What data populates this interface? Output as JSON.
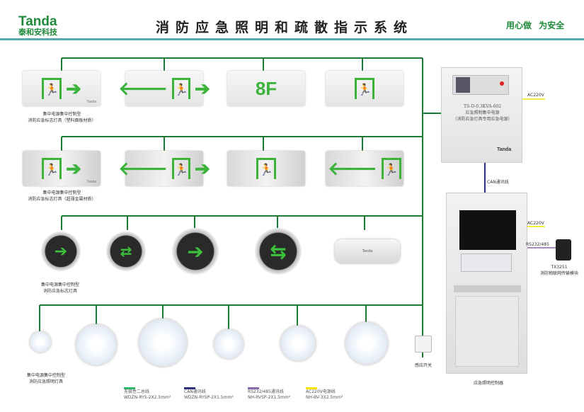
{
  "header": {
    "brand": "Tanda",
    "brand_cn": "泰和安科技",
    "title": "消防应急照明和疏散指示系统",
    "slogan": "用心做 为安全"
  },
  "rows": {
    "row1": {
      "signs": [
        {
          "content": "exit-right"
        },
        {
          "content": "exit-left-right"
        },
        {
          "text": "8F"
        },
        {
          "content": "exit"
        }
      ],
      "label": [
        "集中电源集中控制型",
        "消防应急标志灯具（塑料面板材质）"
      ]
    },
    "row2": {
      "signs": [
        {
          "content": "exit-right"
        },
        {
          "content": "exit-left-right"
        },
        {
          "content": "exit"
        },
        {
          "content": "exit-left"
        }
      ],
      "label": [
        "集中电源集中控制型",
        "消防应急标志灯具（超薄金属材质）"
      ]
    },
    "row3": {
      "label": [
        "集中电源集中控制型",
        "消防应急标志灯具"
      ]
    },
    "row4": {
      "label": [
        "集中电源集中控制型",
        "消防应急照明灯具"
      ],
      "switch_label": "感应开关"
    }
  },
  "brand_on_sign": "Tanda",
  "power_unit": {
    "lines": [
      "TS-D-0.3KVA-602",
      "应急照明集中电源",
      "（消防应急灯具专用应急电源）"
    ],
    "ac_label": "AC220V",
    "can_label": "CAN通讯线"
  },
  "controller": {
    "ac_label": "AC220V",
    "rs_label": "RS232/485",
    "module_name": "TX3251",
    "module_desc": "消防物联网传输模块",
    "name": "应急照明控制器"
  },
  "legend": [
    {
      "name": "无极性二总线",
      "spec": "WDZN-RYS-2X2.5mm²",
      "color": "#2fb86a"
    },
    {
      "name": "CAN通讯线",
      "spec": "WDZN-RYSP-2X1.5mm²",
      "color": "#2d2f7f"
    },
    {
      "name": "RS232/485通讯线",
      "spec": "NH-RVSP-2X1.5mm²",
      "color": "#8a6aa8"
    },
    {
      "name": "AC220V电源线",
      "spec": "NH-BV-3X2.5mm²",
      "color": "#f2e600"
    }
  ],
  "colors": {
    "bus": "#1d7a35",
    "accent": "#1f8a3a",
    "sign_green": "#3cb43c"
  }
}
